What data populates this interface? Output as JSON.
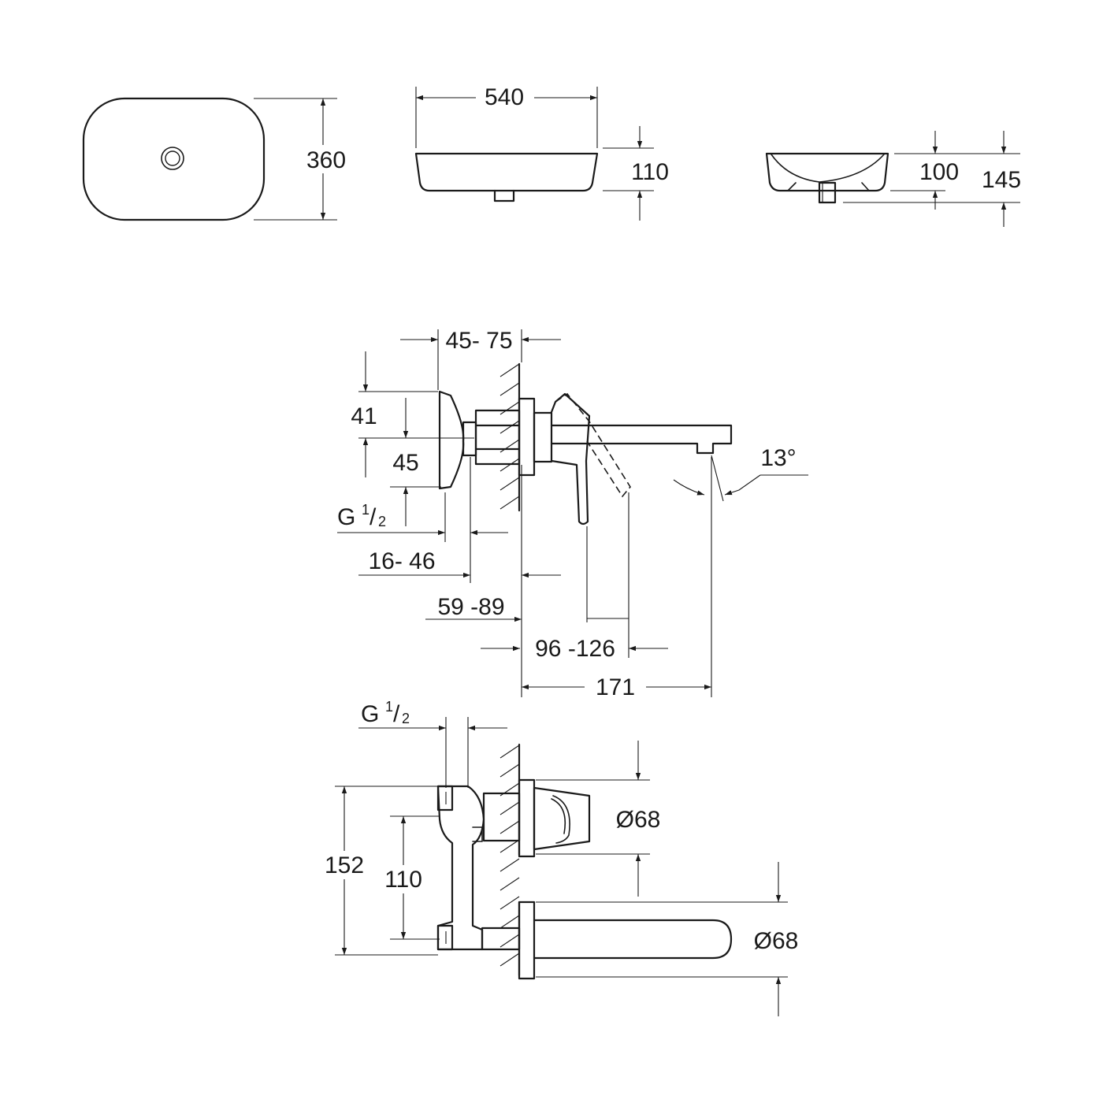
{
  "colors": {
    "stroke": "#1a1a1a",
    "background": "#ffffff"
  },
  "basin": {
    "top_view": {
      "depth_label": "360"
    },
    "front_view": {
      "width_label": "540",
      "height_label": "110"
    },
    "side_view": {
      "inner_height_label": "100",
      "total_height_label": "145"
    }
  },
  "mixer_side": {
    "wall_depth_label": "45- 75",
    "handle_height_label": "41",
    "axis_height_label": "45",
    "thread_label": {
      "prefix": "G",
      "num": "1",
      "den": "2"
    },
    "rosette_range_label": "16- 46",
    "body_range_label": "59 -89",
    "lever_range_label": "96 -126",
    "projection_label": "171",
    "angle_label": "13°"
  },
  "mixer_top": {
    "thread_label": {
      "prefix": "G",
      "num": "1",
      "den": "2"
    },
    "total_height_label": "152",
    "centre_distance_label": "110",
    "handle_rosette_label": "Ø68",
    "spout_rosette_label": "Ø68"
  }
}
